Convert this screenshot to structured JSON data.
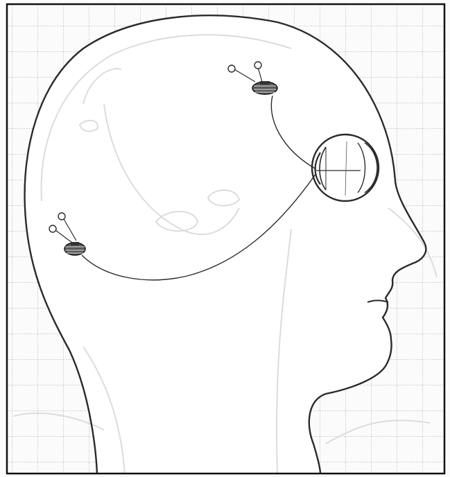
{
  "figure": {
    "colors": {
      "paper": "#fbfbfb",
      "grid": "#a9a9a9",
      "ghost": "#dcdcdc",
      "line": "#2a2a2a",
      "frame": "#111111"
    },
    "icons": [
      "head-profile-outline",
      "eyeball",
      "sensor-node",
      "electrode-lead"
    ]
  }
}
